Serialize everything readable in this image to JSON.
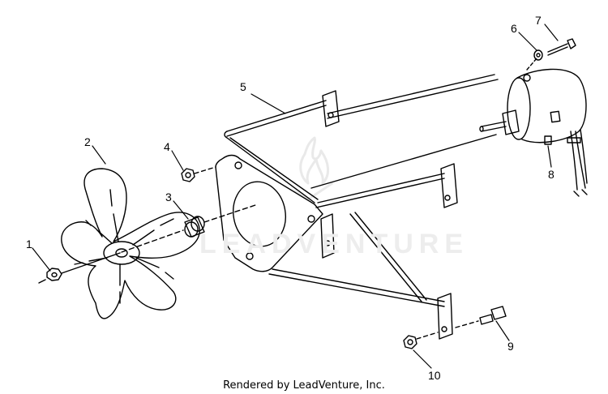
{
  "diagram": {
    "callouts": [
      {
        "id": "1",
        "label": "1"
      },
      {
        "id": "2",
        "label": "2"
      },
      {
        "id": "3",
        "label": "3"
      },
      {
        "id": "4",
        "label": "4"
      },
      {
        "id": "5",
        "label": "5"
      },
      {
        "id": "6",
        "label": "6"
      },
      {
        "id": "7",
        "label": "7"
      },
      {
        "id": "8",
        "label": "8"
      },
      {
        "id": "9",
        "label": "9"
      },
      {
        "id": "10",
        "label": "10"
      }
    ],
    "watermark_text": "LEADVENTURE",
    "footer_text": "Rendered by LeadVenture, Inc."
  },
  "colors": {
    "line": "#000000",
    "background": "#ffffff",
    "watermark": "#ededed"
  }
}
